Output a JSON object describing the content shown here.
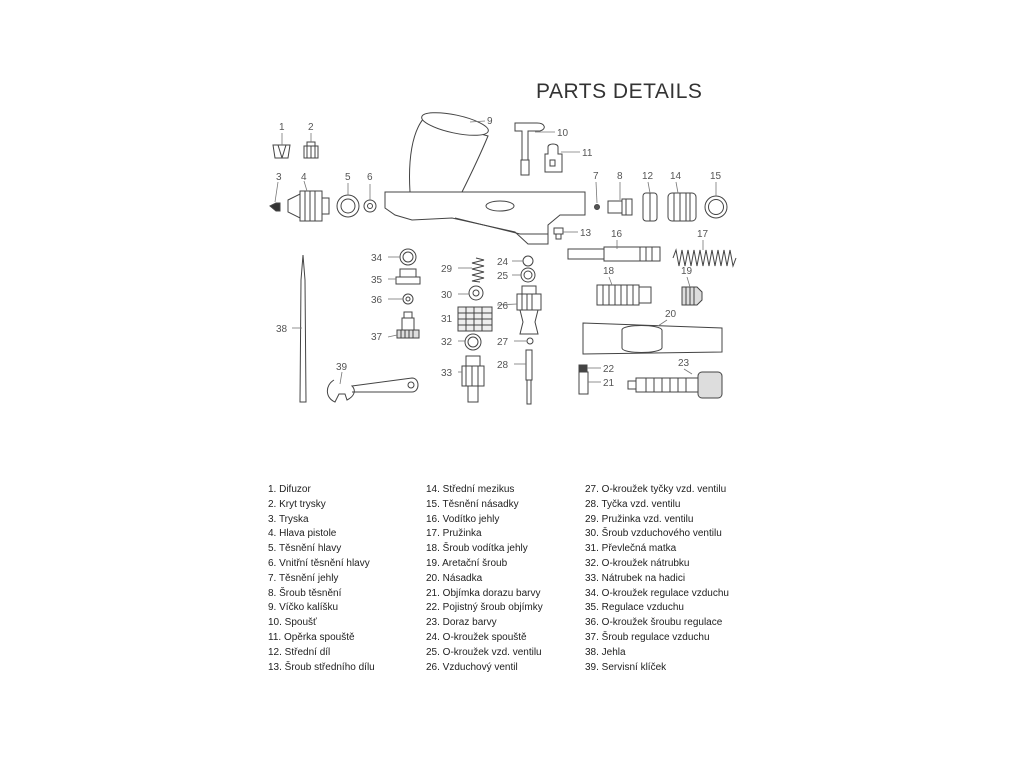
{
  "title": "PARTS DETAILS",
  "callouts": [
    "1",
    "2",
    "3",
    "4",
    "5",
    "6",
    "7",
    "8",
    "9",
    "10",
    "11",
    "12",
    "13",
    "14",
    "15",
    "16",
    "17",
    "18",
    "19",
    "20",
    "21",
    "22",
    "23",
    "24",
    "25",
    "26",
    "27",
    "28",
    "29",
    "30",
    "31",
    "32",
    "33",
    "34",
    "35",
    "36",
    "37",
    "38",
    "39"
  ],
  "parts_legend": [
    [
      "1. Difuzor",
      "2. Kryt trysky",
      "3. Tryska",
      "4. Hlava pistole",
      "5. Těsnění hlavy",
      "6. Vnitřní těsnění hlavy",
      "7. Těsnění jehly",
      "8. Šroub těsnění",
      "9. Víčko kalíšku",
      "10. Spoušť",
      "11. Opěrka spouště",
      "12. Střední díl",
      "13. Šroub středního dílu"
    ],
    [
      "14. Střední mezikus",
      "15. Těsnění násadky",
      "16. Vodítko jehly",
      "17. Pružinka",
      "18. Šroub vodítka jehly",
      "19. Aretační šroub",
      "20. Násadka",
      "21. Objímka dorazu barvy",
      "22. Pojistný šroub objímky",
      "23. Doraz barvy",
      "24. O-kroužek spouště",
      "25. O-kroužek vzd. ventilu",
      "26. Vzduchový ventil"
    ],
    [
      "27. O-kroužek tyčky vzd. ventilu",
      "28. Tyčka vzd. ventilu",
      "29. Pružinka vzd. ventilu",
      "30. Šroub vzduchového ventilu",
      "31. Převlečná matka",
      "32. O-kroužek nátrubku",
      "33. Nátrubek na hadici",
      "34. O-kroužek regulace vzduchu",
      "35. Regulace vzduchu",
      "36. O-kroužek šroubu regulace",
      "37. Šroub regulace vzduchu",
      "38. Jehla",
      "39. Servisní klíček"
    ]
  ]
}
